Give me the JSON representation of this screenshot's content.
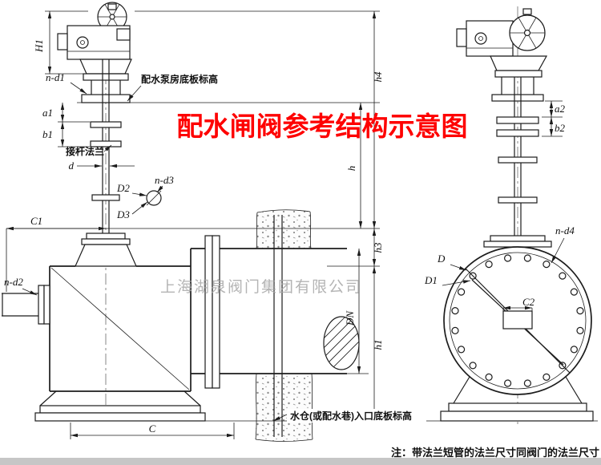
{
  "title": "配水闸阀参考结构示意图",
  "watermark": "上海湖泉阀门集团有限公司",
  "note": "注：带法兰短管的法兰尺寸同阀门的法兰尺寸",
  "colors": {
    "title": "#fe0000",
    "line": "#1c1c1c",
    "watermark": "#a8a8a8"
  },
  "left_view": {
    "dims": {
      "H1": "H1",
      "n_d1": "n-d1",
      "a1": "a1",
      "b1": "b1",
      "d": "d",
      "D2": "D2",
      "n_d3": "n-d3",
      "D3": "D3",
      "C1": "C1",
      "n_d2": "n-d2",
      "DN": "DN",
      "h": "h",
      "h1": "h1",
      "h3": "h3",
      "h4": "h4",
      "C": "C"
    },
    "labels": {
      "rod_flange": "接杆法兰",
      "pump_floor": "配水泵房底板标高",
      "sump_floor": "水仓(或配水巷)入口底板标高"
    }
  },
  "right_view": {
    "dims": {
      "a2": "a2",
      "b2": "b2",
      "n_d4": "n-d4",
      "D": "D",
      "D1": "D1",
      "C2": "C2"
    }
  }
}
